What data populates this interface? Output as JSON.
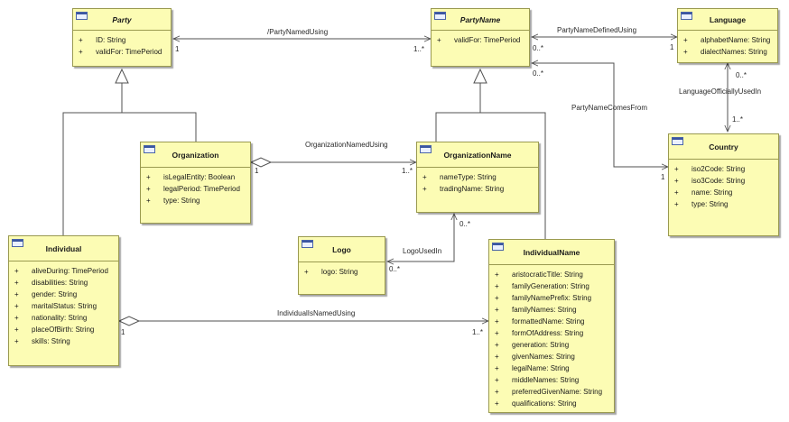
{
  "classes": {
    "party": {
      "name": "Party",
      "attributes": [
        {
          "vis": "+",
          "text": "ID: String"
        },
        {
          "vis": "+",
          "text": "validFor: TimePeriod"
        }
      ]
    },
    "party_name": {
      "name": "PartyName",
      "attributes": [
        {
          "vis": "+",
          "text": "validFor: TimePeriod"
        }
      ]
    },
    "language": {
      "name": "Language",
      "attributes": [
        {
          "vis": "+",
          "text": "alphabetName: String"
        },
        {
          "vis": "+",
          "text": "dialectNames: String"
        }
      ]
    },
    "organization": {
      "name": "Organization",
      "attributes": [
        {
          "vis": "+",
          "text": "isLegalEntity: Boolean"
        },
        {
          "vis": "+",
          "text": "legalPeriod: TimePeriod"
        },
        {
          "vis": "+",
          "text": "type: String"
        }
      ]
    },
    "organization_name": {
      "name": "OrganizationName",
      "attributes": [
        {
          "vis": "+",
          "text": "nameType: String"
        },
        {
          "vis": "+",
          "text": "tradingName: String"
        }
      ]
    },
    "country": {
      "name": "Country",
      "attributes": [
        {
          "vis": "+",
          "text": "iso2Code: String"
        },
        {
          "vis": "+",
          "text": "iso3Code: String"
        },
        {
          "vis": "+",
          "text": "name: String"
        },
        {
          "vis": "+",
          "text": "type: String"
        }
      ]
    },
    "individual": {
      "name": "Individual",
      "attributes": [
        {
          "vis": "+",
          "text": "aliveDuring: TimePeriod"
        },
        {
          "vis": "+",
          "text": "disabilities: String"
        },
        {
          "vis": "+",
          "text": "gender: String"
        },
        {
          "vis": "+",
          "text": "maritalStatus: String"
        },
        {
          "vis": "+",
          "text": "nationality: String"
        },
        {
          "vis": "+",
          "text": "placeOfBirth: String"
        },
        {
          "vis": "+",
          "text": "skills: String"
        }
      ]
    },
    "logo": {
      "name": "Logo",
      "attributes": [
        {
          "vis": "+",
          "text": "logo: String"
        }
      ]
    },
    "individual_name": {
      "name": "IndividualName",
      "attributes": [
        {
          "vis": "+",
          "text": "aristocraticTitle: String"
        },
        {
          "vis": "+",
          "text": "familyGeneration: String"
        },
        {
          "vis": "+",
          "text": "familyNamePrefix: String"
        },
        {
          "vis": "+",
          "text": "familyNames: String"
        },
        {
          "vis": "+",
          "text": "formattedName: String"
        },
        {
          "vis": "+",
          "text": "formOfAddress: String"
        },
        {
          "vis": "+",
          "text": "generation: String"
        },
        {
          "vis": "+",
          "text": "givenNames: String"
        },
        {
          "vis": "+",
          "text": "legalName: String"
        },
        {
          "vis": "+",
          "text": "middleNames: String"
        },
        {
          "vis": "+",
          "text": "preferredGivenName: String"
        },
        {
          "vis": "+",
          "text": "qualifications: String"
        }
      ]
    }
  },
  "associations": {
    "party_named_using": "/PartyNamedUsing",
    "party_name_defined_using": "PartyNameDefinedUsing",
    "party_name_comes_from": "PartyNameComesFrom",
    "language_officially_used_in": "LanguageOfficiallyUsedIn",
    "organization_named_using": "OrganizationNamedUsing",
    "logo_used_in": "LogoUsedIn",
    "individual_is_named_using": "IndividualIsNamedUsing"
  },
  "multiplicities": {
    "party_pnu": "1",
    "partyname_pnu": "1..*",
    "partyname_pndu": "0..*",
    "language_pndu": "1",
    "partyname_pncf": "0..*",
    "country_pncf": "1",
    "language_louI": "0..*",
    "country_louI": "1..*",
    "organization_onu": "1",
    "orgname_onu": "1..*",
    "orgname_logo": "0..*",
    "logo_logo": "0..*",
    "individual_inu": "1",
    "indname_inu": "1..*"
  },
  "colors": {
    "class_fill": "#fcfcb4",
    "class_border": "#9a9a50",
    "line": "#505050",
    "icon": "#3b56a0"
  }
}
